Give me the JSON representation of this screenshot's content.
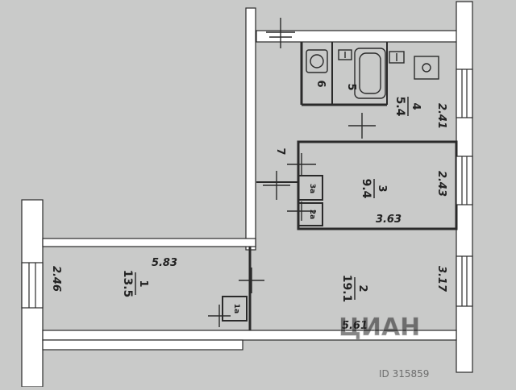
{
  "rooms": [
    {
      "id": "1",
      "area": "13.5",
      "length": "5.83",
      "width": "2.46",
      "closet": "1a"
    },
    {
      "id": "2",
      "area": "19.1",
      "length": "5.61",
      "width": "3.17"
    },
    {
      "id": "3",
      "area": "9.4",
      "length": "3.63",
      "width": "2.43",
      "closets": [
        "3a",
        "2a"
      ]
    },
    {
      "id": "4",
      "area": "5.4",
      "width": "2.41"
    },
    {
      "id": "5"
    },
    {
      "id": "6"
    },
    {
      "id": "7"
    }
  ],
  "watermark": {
    "brand": "ЦИАН",
    "listing_id": "ID 315859"
  },
  "colors": {
    "background": "#c9cac9",
    "wall": "#ffffff",
    "line": "#2a2a2a",
    "ink": "#222222"
  }
}
